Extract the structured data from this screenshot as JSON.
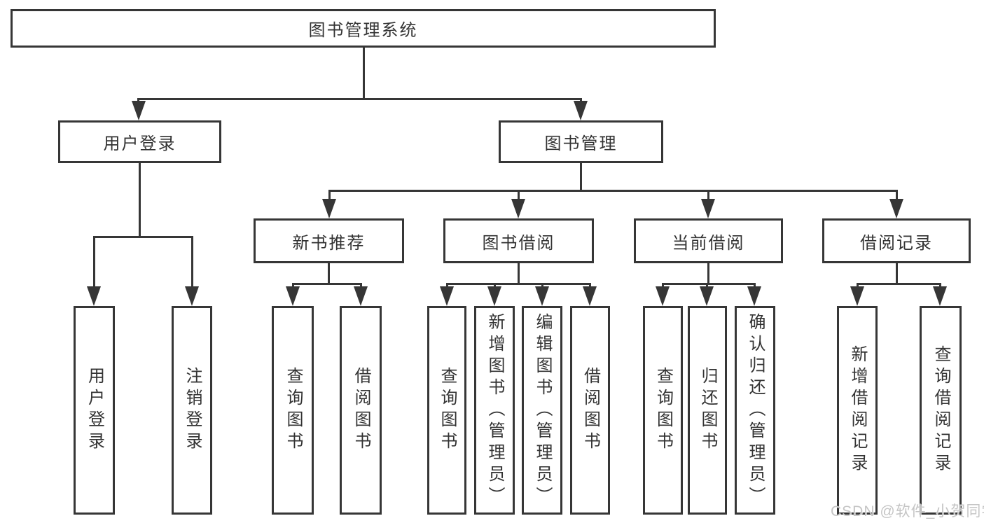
{
  "colors": {
    "line": "#363636",
    "text": "#333333",
    "background": "#ffffff",
    "watermark_gray": "#c5c5c5"
  },
  "watermark": {
    "text": "CSDN @软件_小贺同学"
  },
  "diagram": {
    "root": {
      "label": "图书管理系统"
    },
    "level2": {
      "user_login": {
        "label": "用户登录"
      },
      "book_mgmt": {
        "label": "图书管理"
      }
    },
    "level3": {
      "new_book": {
        "label": "新书推荐",
        "parent": "图书管理"
      },
      "book_borrow": {
        "label": "图书借阅",
        "parent": "图书管理"
      },
      "current_borrow": {
        "label": "当前借阅",
        "parent": "图书管理"
      },
      "borrow_record": {
        "label": "借阅记录",
        "parent": "图书管理"
      }
    },
    "leaves": {
      "user_login_login": {
        "label": "用户登录",
        "parent": "用户登录"
      },
      "user_login_logout": {
        "label": "注销登录",
        "parent": "用户登录"
      },
      "nb_query": {
        "label": "查询图书",
        "parent": "新书推荐"
      },
      "nb_borrow": {
        "label": "借阅图书",
        "parent": "新书推荐"
      },
      "bb_query": {
        "label": "查询图书",
        "parent": "图书借阅"
      },
      "bb_add": {
        "label": "新增图书（管理员）",
        "parent": "图书借阅"
      },
      "bb_edit": {
        "label": "编辑图书（管理员）",
        "parent": "图书借阅"
      },
      "bb_borrow": {
        "label": "借阅图书",
        "parent": "图书借阅"
      },
      "cb_query": {
        "label": "查询图书",
        "parent": "当前借阅"
      },
      "cb_return": {
        "label": "归还图书",
        "parent": "当前借阅"
      },
      "cb_confirm": {
        "label": "确认归还（管理员）",
        "parent": "当前借阅"
      },
      "br_add": {
        "label": "新增借阅记录",
        "parent": "借阅记录"
      },
      "br_query": {
        "label": "查询借阅记录",
        "parent": "借阅记录"
      }
    }
  }
}
